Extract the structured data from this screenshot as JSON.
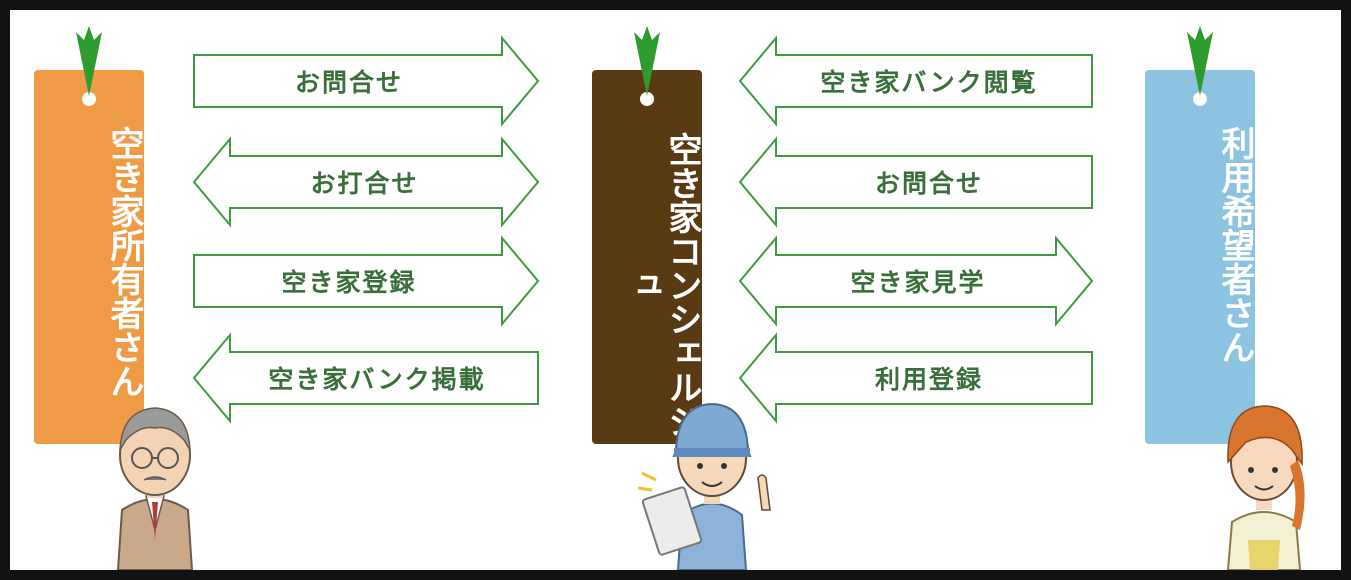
{
  "colors": {
    "owner": "#ef9b45",
    "concierge": "#5a3a12",
    "user": "#8cc3e0",
    "arrow_stroke": "#3f9b3f",
    "leaf": "#2e9b2e",
    "label": "#3a6e3a"
  },
  "roles": {
    "owner": "空き家所有者さん",
    "concierge": "空き家コンシェルジュ",
    "user": "利用希望者さん"
  },
  "left_flows": [
    {
      "label": "お問合せ",
      "direction": "right"
    },
    {
      "label": "お打合せ",
      "direction": "both"
    },
    {
      "label": "空き家登録",
      "direction": "right"
    },
    {
      "label": "空き家バンク掲載",
      "direction": "left"
    }
  ],
  "right_flows": [
    {
      "label": "空き家バンク閲覧",
      "direction": "left"
    },
    {
      "label": "お問合せ",
      "direction": "left"
    },
    {
      "label": "空き家見学",
      "direction": "both"
    },
    {
      "label": "利用登録",
      "direction": "left"
    }
  ],
  "icons": {
    "leaf": "leaf-icon",
    "owner_person": "elderly-man-icon",
    "concierge_person": "worker-with-clipboard-icon",
    "user_person": "woman-icon"
  }
}
